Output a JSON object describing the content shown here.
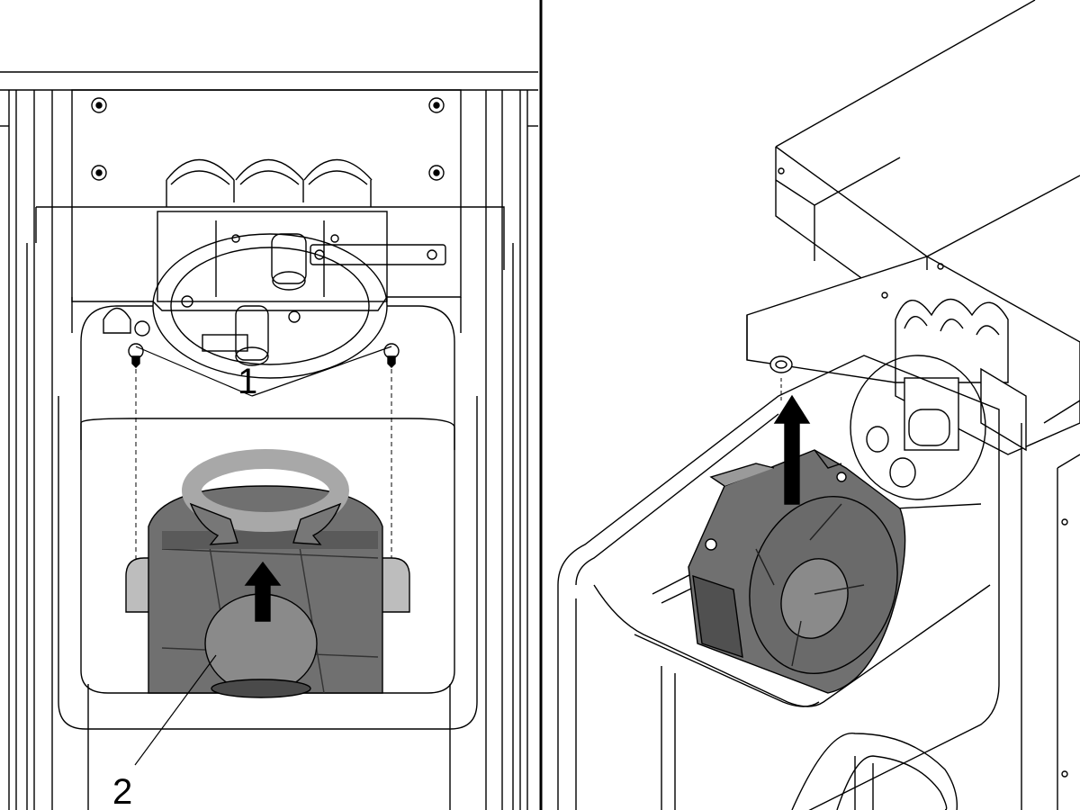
{
  "figure": {
    "callouts": [
      {
        "label": "1",
        "name": "screws"
      },
      {
        "label": "2",
        "name": "fan"
      }
    ],
    "colors": {
      "line": "#000000",
      "fan_fill": "#707070",
      "fan_dark": "#4a4a4a",
      "rotation_arrow": "#a8a8a8",
      "motion_arrow": "#000000",
      "background": "#ffffff"
    },
    "icons": [
      "rotate-arrow-icon",
      "lift-up-arrow-icon",
      "screw-icon"
    ]
  }
}
